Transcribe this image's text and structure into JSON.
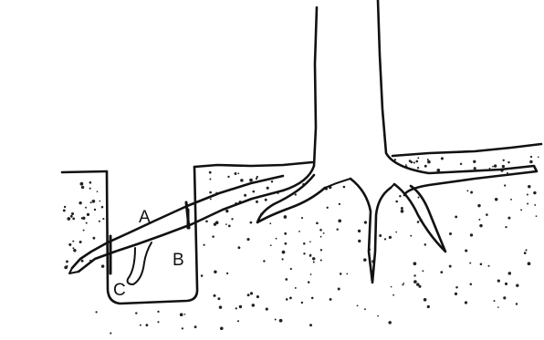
{
  "labels": {
    "a": "A",
    "b": "B",
    "c": "C"
  },
  "colors": {
    "ink": "#111111",
    "paper": "#ffffff"
  }
}
